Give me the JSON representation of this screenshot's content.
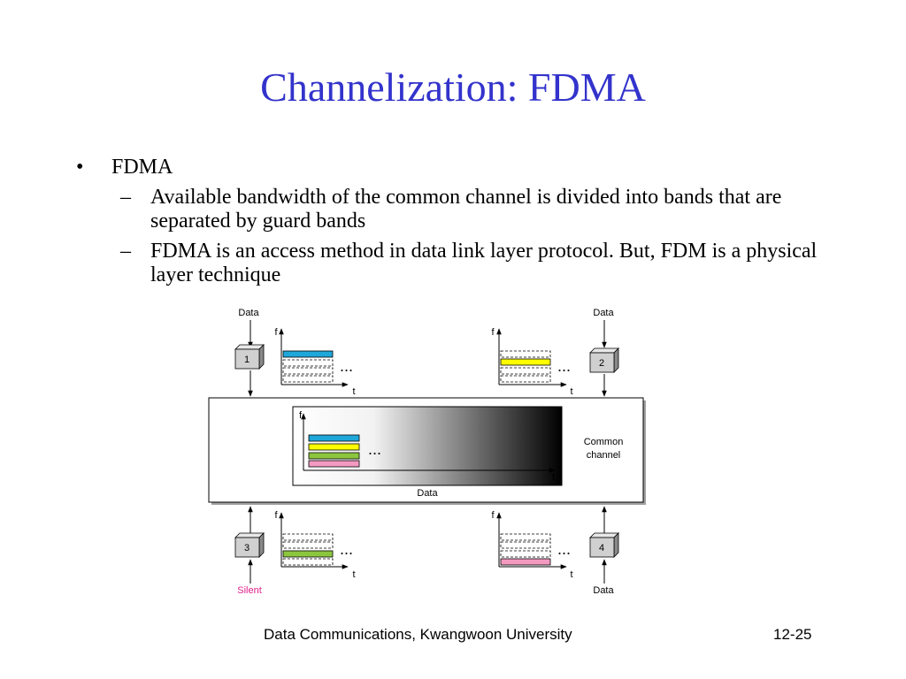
{
  "slide": {
    "title": "Channelization: FDMA",
    "bullets": [
      {
        "text": "FDMA",
        "subitems": [
          "Available bandwidth of the common channel is divided into bands that are separated by guard bands",
          "FDMA is an access method in data link layer protocol. But, FDM is a physical layer technique"
        ]
      }
    ]
  },
  "diagram": {
    "stations": [
      {
        "id": "1",
        "io_label": "Data"
      },
      {
        "id": "2",
        "io_label": "Data"
      },
      {
        "id": "3",
        "io_label": "Silent"
      },
      {
        "id": "4",
        "io_label": "Data"
      }
    ],
    "axis_f": "f",
    "axis_t": "t",
    "ellipsis": "...",
    "common_channel_label": "Common channel",
    "common_channel_line1": "Common",
    "common_channel_line2": "channel",
    "channel_data_label": "Data",
    "band_colors": {
      "station1": "#1ea7d8",
      "station2": "#ffff00",
      "station3": "#8cc63f",
      "station4": "#f49ac1"
    },
    "silent_color": "#e0218a"
  },
  "footer": {
    "center": "Data Communications, Kwangwoon University",
    "page": "12-25"
  }
}
